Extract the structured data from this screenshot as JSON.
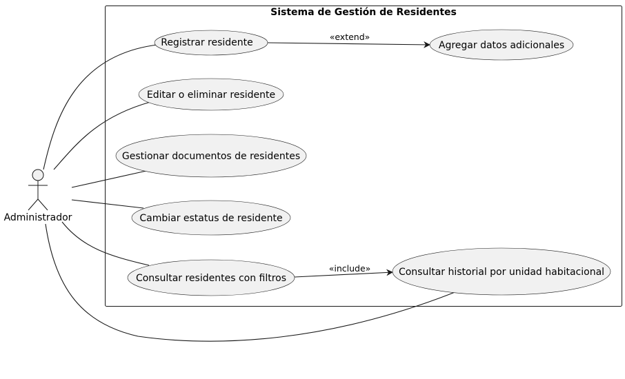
{
  "system": {
    "title": "Sistema de Gestión de Residentes"
  },
  "actor": {
    "name": "Administrador"
  },
  "use_cases": {
    "registrar": "Registrar residente",
    "editar": "Editar o eliminar residente",
    "documentos": "Gestionar documentos de residentes",
    "estatus": "Cambiar estatus de residente",
    "consultar": "Consultar residentes con filtros",
    "adicionales": "Agregar datos adicionales",
    "historial": "Consultar historial por unidad habitacional"
  },
  "relations": {
    "extend_label": "«extend»",
    "include_label": "«include»"
  },
  "colors": {
    "fill": "#f1f1f1",
    "stroke": "#181818"
  }
}
